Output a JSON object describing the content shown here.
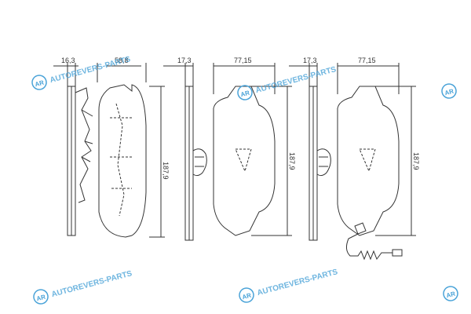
{
  "dimensions": {
    "pad1": {
      "thickness": "16,3",
      "width": "58,8"
    },
    "pad2": {
      "thickness": "17,3",
      "width": "77,15",
      "height": "187,9"
    },
    "pad3": {
      "thickness": "17,3",
      "width": "77,15",
      "height": "187,9"
    },
    "pad1_height": "187,9"
  },
  "watermark": {
    "text": "AUTOREVERS-PARTS",
    "logo": "AR"
  },
  "colors": {
    "line": "#333333",
    "watermark": "#4aa3d8"
  }
}
